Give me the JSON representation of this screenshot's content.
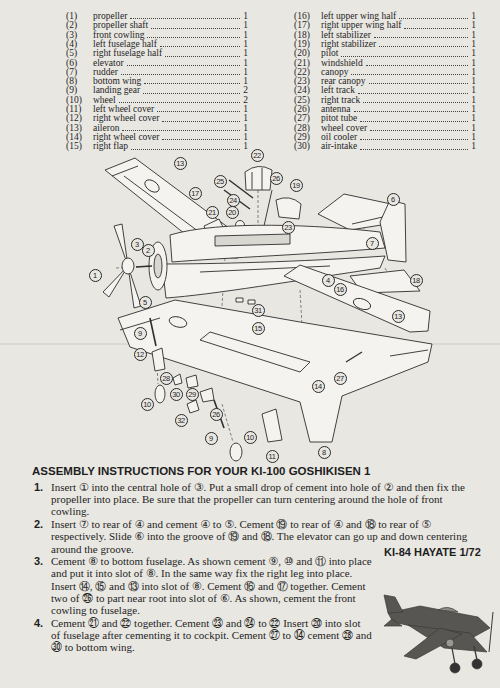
{
  "diagram": {
    "title": "ASSEMBLY INSTRUCTIONS FOR YOUR KI-100 GOSHIKISEN 1",
    "caption": "KI-84 HAYATE 1/72",
    "labels": [
      "(1)",
      "propeller",
      "1",
      "(2)",
      "propeller shaft",
      "1",
      "(3)",
      "front cowling",
      "1",
      "(4)",
      "left fuselage half",
      "1",
      "(5)",
      "right fuselage half",
      "1",
      "(6)",
      "elevator",
      "1",
      "(7)",
      "rudder",
      "1",
      "(8)",
      "bottom wing",
      "1",
      "(9)",
      "landing gear",
      "2",
      "(10)",
      "wheel",
      "2",
      "(11)",
      "left wheel cover",
      "1",
      "(12)",
      "right wheel cover",
      "1",
      "(13)",
      "aileron",
      "1",
      "(14)",
      "right wheel cover",
      "1",
      "(15)",
      "right flap",
      "1",
      "(16)",
      "left upper wing half",
      "1",
      "(17)",
      "right upper wing half",
      "1",
      "(18)",
      "left stabilizer",
      "1",
      "(19)",
      "right stabilizer",
      "1",
      "(20)",
      "pilot",
      "1",
      "(21)",
      "windshield",
      "1",
      "(22)",
      "canopy",
      "1",
      "(23)",
      "rear canopy",
      "1",
      "(24)",
      "left track",
      "1",
      "(25)",
      "right track",
      "1",
      "(26)",
      "antenna",
      "1",
      "(27)",
      "pitot tube",
      "1",
      "(28)",
      "wheel cover",
      "1",
      "(29)",
      "oil cooler",
      "1",
      "(30)",
      "air-intake",
      "1",
      "13",
      "17",
      "22",
      "25",
      "24",
      "26",
      "19",
      "6",
      "23",
      "21",
      "20",
      "3",
      "2",
      "1",
      "5",
      "4",
      "7",
      "18",
      "16",
      "9",
      "31",
      "15",
      "13",
      "12",
      "28",
      "27",
      "14",
      "10",
      "30",
      "29",
      "32",
      "26",
      "9",
      "10",
      "11",
      "8",
      "1.",
      "Insert ① into the central hole of ③. Put a small drop of cement into hole of ② and then fix the propeller into place. Be sure that the propeller can turn centering around the hole of front cowling.",
      "2.",
      "Insert ⑦ to rear of ④ and cement ④ to ⑤. Cement ⑲ to rear of ④ and ⑱ to rear of ⑤ respectively. Slide ⑥ into the groove of ⑲ and ⑱. The elevator can go up and down centering around the groove.",
      "3.",
      "Cement ⑧ to bottom fuselage. As shown cement ⑨, ⑩ and ⑪ into place and put it into slot of ⑧. In the same way fix the right leg into place. Insert ⑭, ⑮ and ⑬ into slot of ⑧. Cement ⑯ and ⑰ together. Cement two of ㉖ to part near root into slot of ⑥. As shown, cement the front cowling to fuselage.",
      "4.",
      "Cement ㉑ and ㉒ together. Cement ㉓ and ㉔ to ㉒ Insert ⑳ into slot of fuselage after cementing it to cockpit. Cement ㉗ to ⑭ cement ㉘ and ㉚ to bottom wing."
    ]
  }
}
